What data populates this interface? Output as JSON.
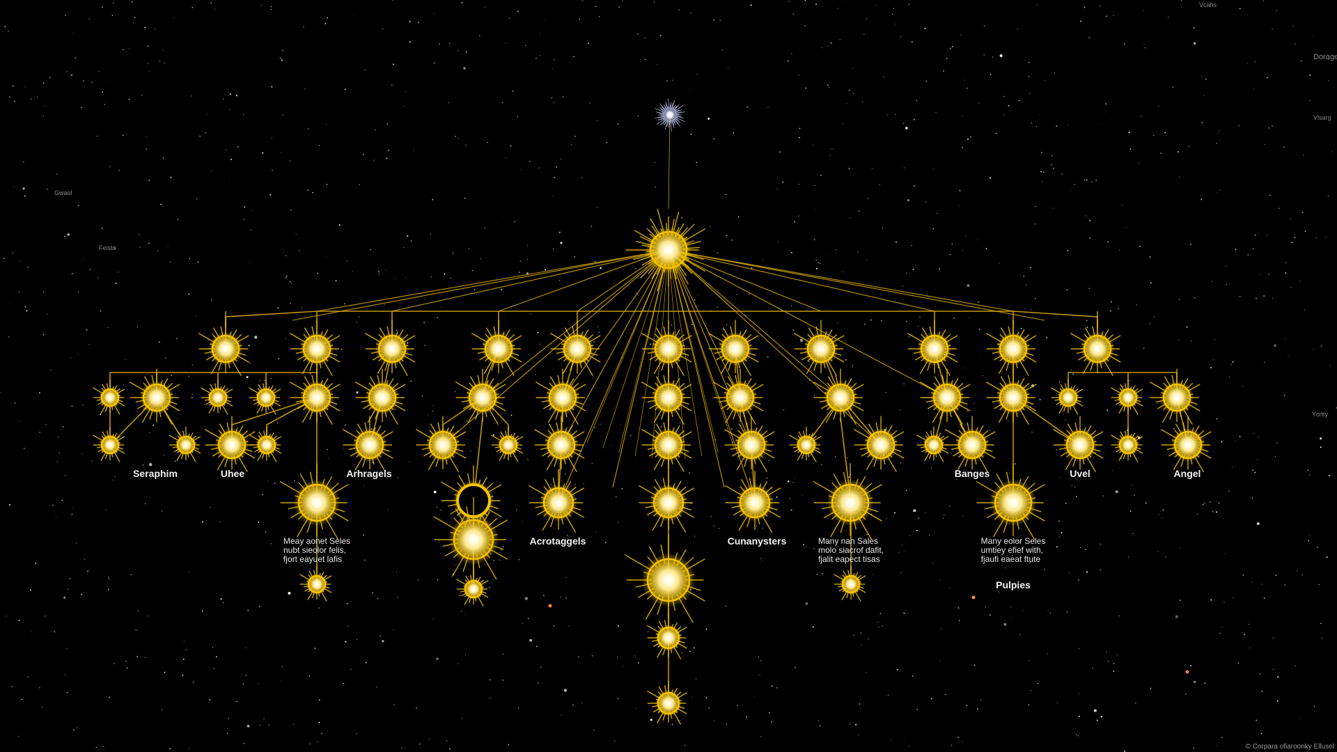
{
  "colors": {
    "background": "#000000",
    "node_gold": "#f5c400",
    "line_gold": "#d9a800",
    "text": "#f2f2f2"
  },
  "labels": {
    "seraphim": "Seraphim",
    "uhee": "Uhee",
    "arhragels": "Arhragels",
    "banges": "Banges",
    "uvel": "Uvel",
    "angel": "Angel",
    "acrolaggels": "Acrotaggels",
    "cunanysters": "Cunanysters",
    "pulpies": "Pulpies"
  },
  "notes": {
    "left": "Meay aonet Seles\nnubt sieolor felis,\nfjort eayuet lafis",
    "center_right": "Many nan Sales\nmolo siacrof dafit,\nfjalit eapect tisas",
    "right": "Many eolor Seles\numtiey efief with,\nfjaufi eaeat ftute"
  },
  "corner_labels": {
    "top_right_1": "Vcahs",
    "top_right_2": "Dorage",
    "top_right_3": "Vlsarg",
    "left_1": "Gwaol",
    "left_2": "Feisto",
    "right_mid": "Ycrtty"
  },
  "footer": "© Corpara ofiaroonky Ellusel"
}
